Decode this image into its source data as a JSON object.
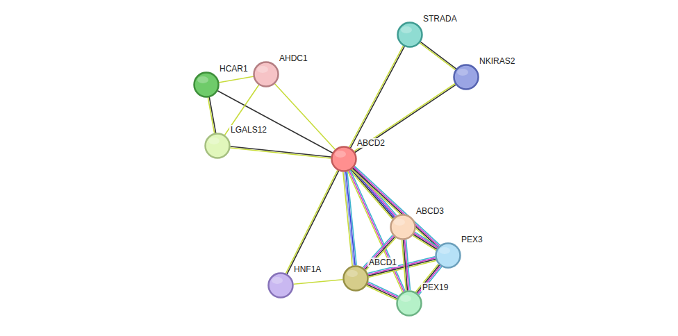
{
  "diagram": {
    "nodes": [
      {
        "text": [
          "STRADA"
        ]
      },
      {
        "text": [
          "AHDC1"
        ]
      },
      {
        "text": [
          "NKIRAS2"
        ]
      },
      {
        "text": [
          "HCAR1"
        ]
      },
      {
        "text": [
          "LGALS12"
        ]
      },
      {
        "text": [
          "ABCD2"
        ]
      },
      {
        "text": [
          "ABCD3"
        ]
      },
      {
        "text": [
          "PEX3"
        ]
      },
      {
        "text": [
          "ABCD1"
        ]
      },
      {
        "text": [
          "HNF1A"
        ]
      },
      {
        "text": [
          "PEX19"
        ]
      }
    ],
    "edges": [
      {
        "from": 0,
        "to": 2,
        "arrow": "none"
      },
      {
        "from": 0,
        "to": 5,
        "arrow": "none"
      },
      {
        "from": 2,
        "to": 5,
        "arrow": "none"
      },
      {
        "from": 3,
        "to": 1,
        "arrow": "none"
      },
      {
        "from": 3,
        "to": 4,
        "arrow": "none"
      },
      {
        "from": 3,
        "to": 5,
        "arrow": "none"
      },
      {
        "from": 1,
        "to": 4,
        "arrow": "none"
      },
      {
        "from": 1,
        "to": 5,
        "arrow": "none"
      },
      {
        "from": 4,
        "to": 5,
        "arrow": "none"
      },
      {
        "from": 5,
        "to": 9,
        "arrow": "none"
      },
      {
        "from": 5,
        "to": 8,
        "arrow": "none"
      },
      {
        "from": 5,
        "to": 6,
        "arrow": "none"
      },
      {
        "from": 5,
        "to": 7,
        "arrow": "none"
      },
      {
        "from": 5,
        "to": 10,
        "arrow": "none"
      },
      {
        "from": 9,
        "to": 8,
        "arrow": "none"
      },
      {
        "from": 8,
        "to": 6,
        "arrow": "none"
      },
      {
        "from": 8,
        "to": 7,
        "arrow": "none"
      },
      {
        "from": 8,
        "to": 10,
        "arrow": "none"
      },
      {
        "from": 6,
        "to": 7,
        "arrow": "none"
      },
      {
        "from": 6,
        "to": 10,
        "arrow": "none"
      },
      {
        "from": 7,
        "to": 10,
        "arrow": "none"
      }
    ]
  }
}
